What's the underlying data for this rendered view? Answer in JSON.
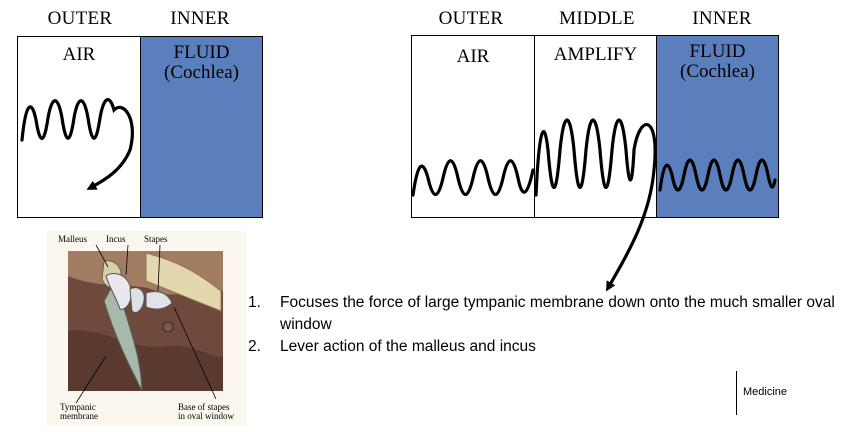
{
  "left_diagram": {
    "headers": {
      "outer": "OUTER",
      "inner": "INNER"
    },
    "outer_label": "AIR",
    "inner_label_line1": "FLUID",
    "inner_label_line2": "(Cochlea)"
  },
  "right_diagram": {
    "headers": {
      "outer": "OUTER",
      "middle": "MIDDLE",
      "inner": "INNER"
    },
    "outer_label": "AIR",
    "middle_label": "AMPLIFY",
    "inner_label_line1": "FLUID",
    "inner_label_line2": "(Cochlea)"
  },
  "colors": {
    "fluid": "#5b7fbd"
  },
  "anatomy": {
    "labels": {
      "malleus": "Malleus",
      "incus": "Incus",
      "stapes": "Stapes",
      "tympanic_line1": "Tympanic",
      "tympanic_line2": "membrane",
      "base_line1": "Base of stapes",
      "base_line2": "in oval window"
    }
  },
  "points": [
    {
      "num": "1.",
      "text": "Focuses the force of large tympanic membrane down onto the much smaller oval window"
    },
    {
      "num": "2.",
      "text": "Lever action of the malleus and incus"
    }
  ],
  "footer": {
    "label": "Medicine"
  }
}
